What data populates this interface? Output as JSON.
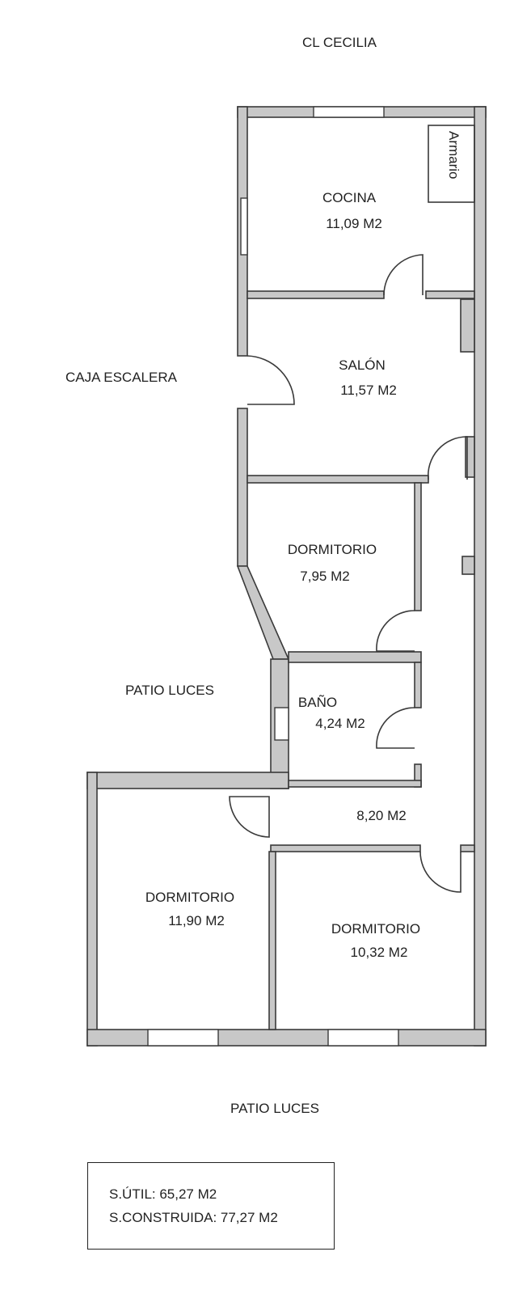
{
  "streets": {
    "top": "CL CECILIA",
    "left": "CAJA ESCALERA",
    "patio_left": "PATIO LUCES",
    "patio_bottom": "PATIO LUCES"
  },
  "rooms": [
    {
      "name": "COCINA",
      "area": "11,09 M2"
    },
    {
      "name": "SALÓN",
      "area": "11,57 M2"
    },
    {
      "name": "DORMITORIO",
      "area": "7,95 M2"
    },
    {
      "name": "BAÑO",
      "area": "4,24 M2"
    },
    {
      "name": "",
      "area": "8,20 M2"
    },
    {
      "name": "DORMITORIO",
      "area": "11,90 M2"
    },
    {
      "name": "DORMITORIO",
      "area": "10,32 M2"
    }
  ],
  "armario": "Armario",
  "summary": {
    "util": "S.ÚTIL: 65,27 M2",
    "construida": "S.CONSTRUIDA: 77,27 M2"
  },
  "colors": {
    "wall": "#c8c8c8",
    "line": "#3a3a3a"
  }
}
